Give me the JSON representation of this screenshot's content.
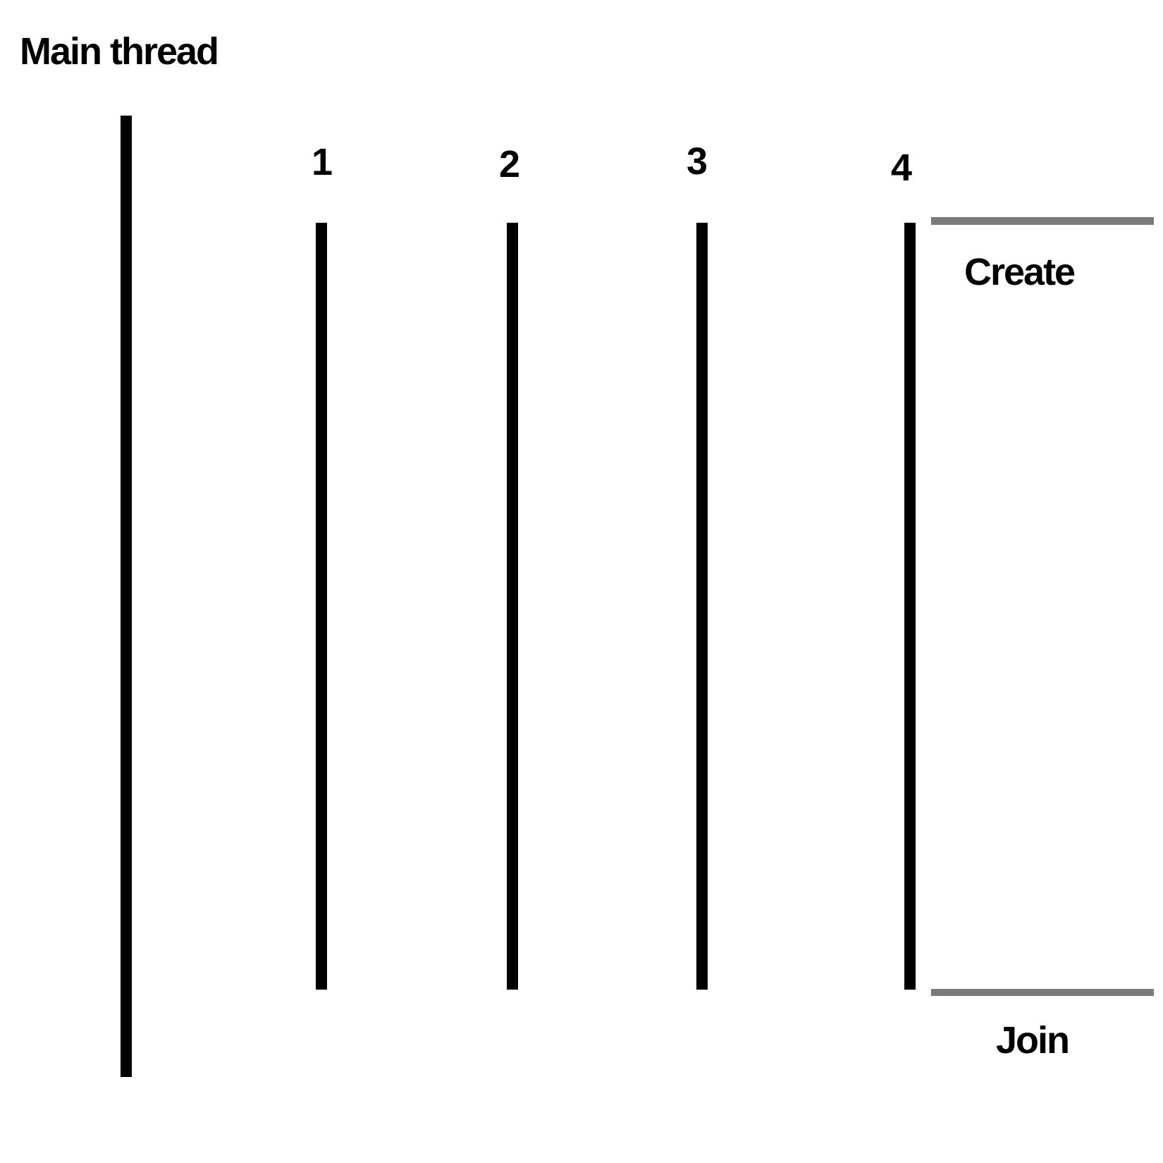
{
  "title": "Main thread",
  "threads": [
    {
      "label": "1"
    },
    {
      "label": "2"
    },
    {
      "label": "3"
    },
    {
      "label": "4"
    }
  ],
  "events": {
    "create_label": "Create",
    "join_label": "Join"
  },
  "colors": {
    "thread_line": "#000000",
    "bracket_line": "#7a7a7a",
    "text": "#000000",
    "background": "#ffffff"
  }
}
